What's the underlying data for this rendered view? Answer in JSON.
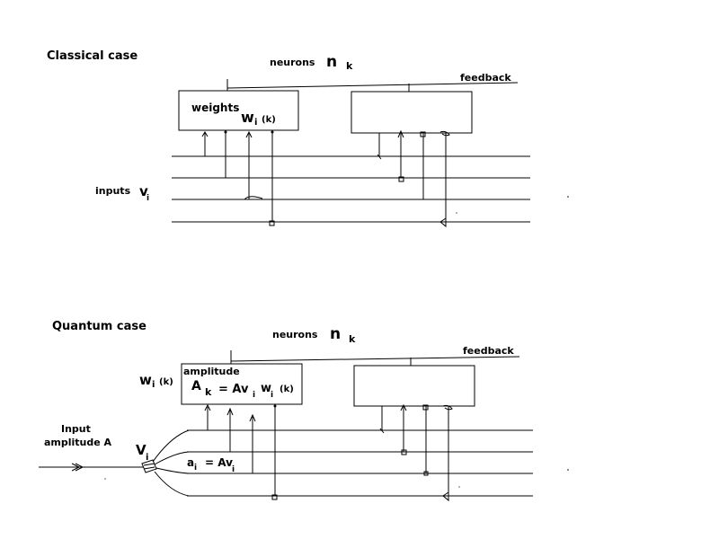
{
  "classical": {
    "title": "Classical case",
    "neurons_label": "neurons",
    "n_symbol": "n",
    "k_subscript": "k",
    "feedback_label": "feedback",
    "weights_label": "weights",
    "w_symbol": "w",
    "i_subscript": "i",
    "k_paren": "(k)",
    "inputs_label": "inputs",
    "v_symbol": "v",
    "vi_subscript": "i"
  },
  "quantum": {
    "title": "Quantum case",
    "neurons_label": "neurons",
    "n_symbol": "n",
    "k_subscript": "k",
    "feedback_label": "feedback",
    "w_symbol": "w",
    "i_subscript": "i",
    "k_paren": "(k)",
    "amplitude_label": "amplitude",
    "eq_A": "A",
    "eq_k": "k",
    "eq_mid": "= Av",
    "eq_i1": "i",
    "eq_w": "w",
    "eq_i2": "i",
    "eq_kparen": "(k)",
    "input_line1": "Input",
    "input_line2": "amplitude A",
    "v_symbol": "V",
    "vi_subscript": "i",
    "ai_a": "a",
    "ai_i": "i",
    "ai_eq": "= Av",
    "ai_i2": "i"
  }
}
